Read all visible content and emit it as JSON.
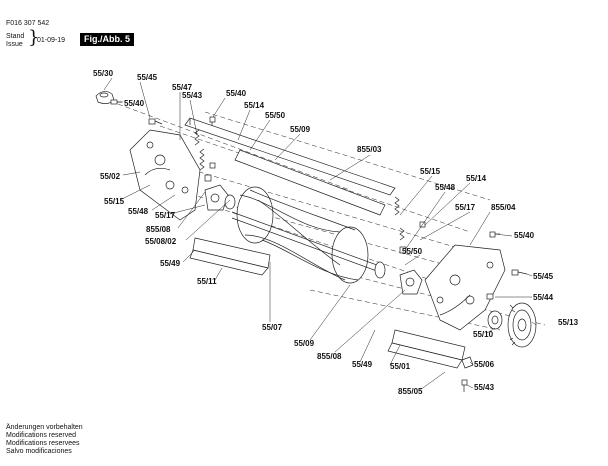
{
  "header": {
    "code": "F016 307 542",
    "stand": "Stand",
    "issue": "Issue",
    "date": "01-09-19",
    "fig": "Fig./Abb. 5"
  },
  "labels": [
    {
      "id": "l1",
      "text": "55/30"
    },
    {
      "id": "l2",
      "text": "55/45"
    },
    {
      "id": "l3",
      "text": "55/40"
    },
    {
      "id": "l4",
      "text": "55/47"
    },
    {
      "id": "l5",
      "text": "55/43"
    },
    {
      "id": "l6",
      "text": "55/40"
    },
    {
      "id": "l7",
      "text": "55/14"
    },
    {
      "id": "l8",
      "text": "55/50"
    },
    {
      "id": "l9",
      "text": "55/09"
    },
    {
      "id": "l10",
      "text": "855/03"
    },
    {
      "id": "l11",
      "text": "55/02"
    },
    {
      "id": "l12",
      "text": "55/15"
    },
    {
      "id": "l13",
      "text": "55/48"
    },
    {
      "id": "l14",
      "text": "55/17"
    },
    {
      "id": "l15",
      "text": "855/08"
    },
    {
      "id": "l16",
      "text": "55/08/02"
    },
    {
      "id": "l17",
      "text": "55/49"
    },
    {
      "id": "l18",
      "text": "55/11"
    },
    {
      "id": "l19",
      "text": "55/07"
    },
    {
      "id": "l20",
      "text": "55/15"
    },
    {
      "id": "l21",
      "text": "55/48"
    },
    {
      "id": "l22",
      "text": "55/14"
    },
    {
      "id": "l23",
      "text": "55/17"
    },
    {
      "id": "l24",
      "text": "855/04"
    },
    {
      "id": "l25",
      "text": "55/50"
    },
    {
      "id": "l26",
      "text": "55/40"
    },
    {
      "id": "l27",
      "text": "55/45"
    },
    {
      "id": "l28",
      "text": "55/44"
    },
    {
      "id": "l29",
      "text": "55/13"
    },
    {
      "id": "l30",
      "text": "55/10"
    },
    {
      "id": "l31",
      "text": "55/09"
    },
    {
      "id": "l32",
      "text": "855/08"
    },
    {
      "id": "l33",
      "text": "55/49"
    },
    {
      "id": "l34",
      "text": "55/01"
    },
    {
      "id": "l35",
      "text": "55/06"
    },
    {
      "id": "l36",
      "text": "855/05"
    },
    {
      "id": "l37",
      "text": "55/43"
    }
  ],
  "footer": [
    "Änderungen vorbehalten",
    "Modifications reserved",
    "Modifications reservees",
    "Salvo modificaciones"
  ]
}
